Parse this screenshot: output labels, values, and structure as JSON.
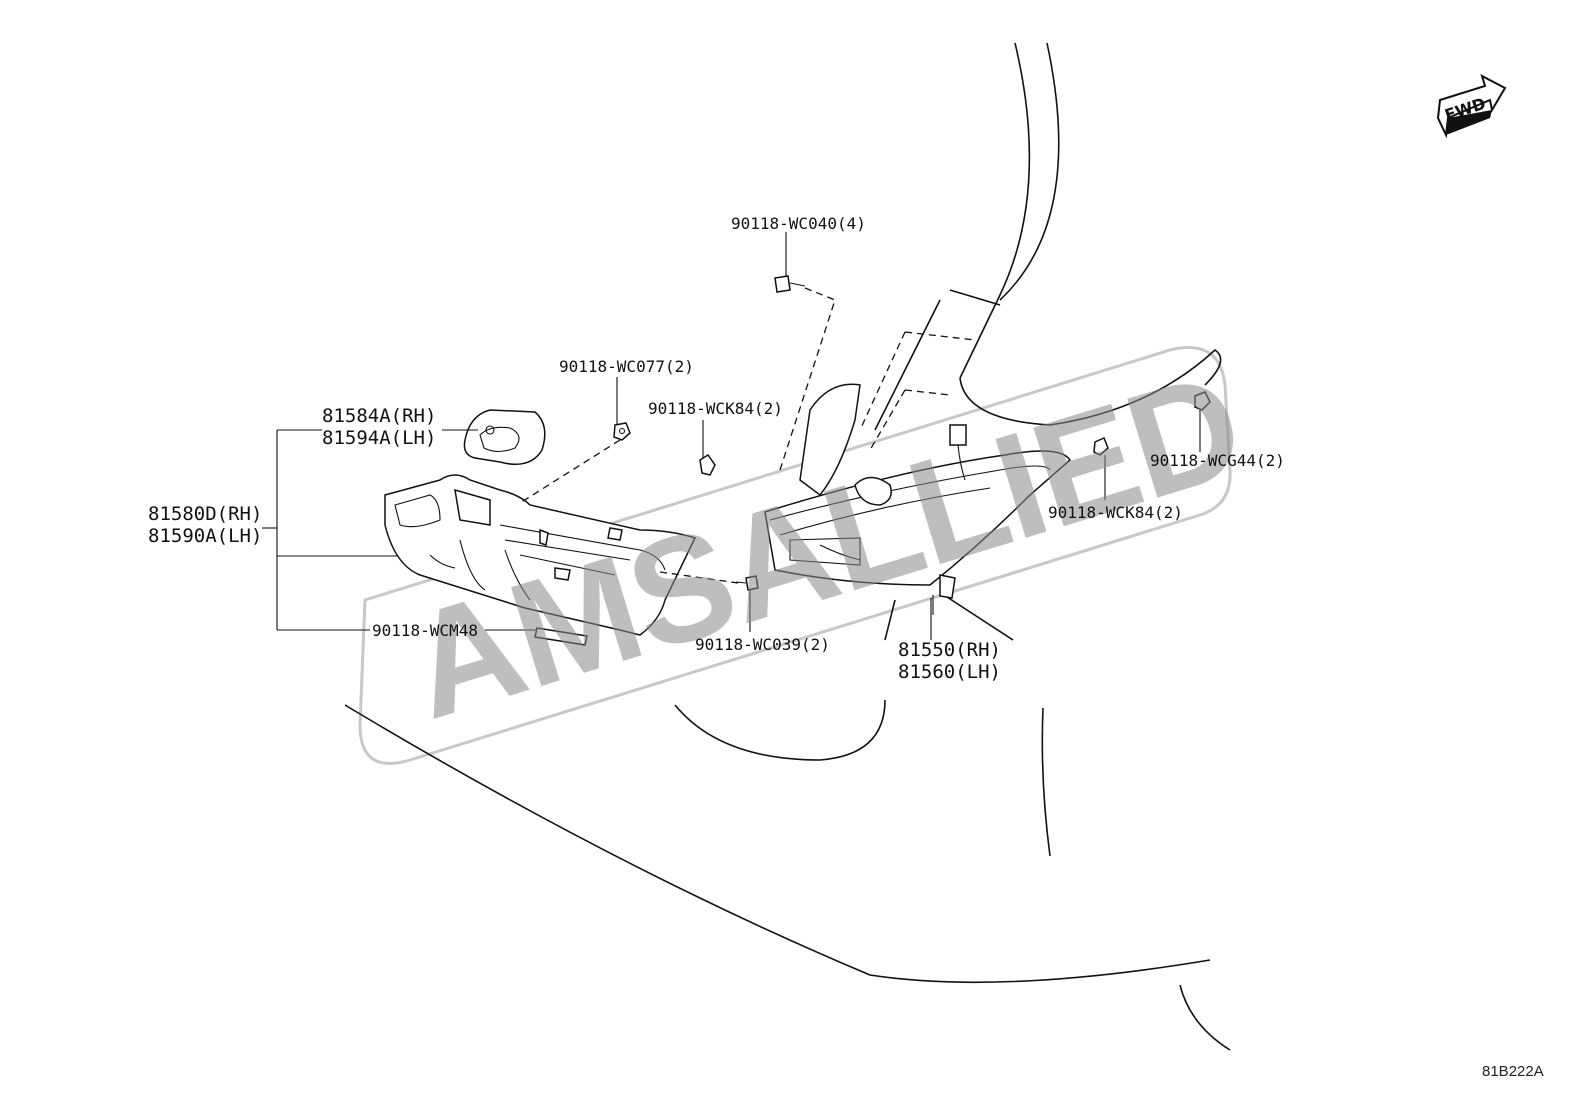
{
  "watermark": "AMSALLIED",
  "fwd_label": "FWD",
  "diagram_code": "81B222A",
  "callouts": {
    "bolt_top": "90118-WC040(4)",
    "nut_left": "90118-WC077(2)",
    "clip_mid": "90118-WCK84(2)",
    "bracket_rh": "81584A(RH)",
    "bracket_lh": "81594A(LH)",
    "lamp_assy_rh": "81580D(RH)",
    "lamp_assy_lh": "81590A(LH)",
    "bulb_strip": "90118-WCM48",
    "screw_low": "90118-WC039(2)",
    "clip_right": "90118-WCG44(2)",
    "clip_right2": "90118-WCK84(2)",
    "socket_rh": "81550(RH)",
    "socket_lh": "81560(LH)"
  }
}
